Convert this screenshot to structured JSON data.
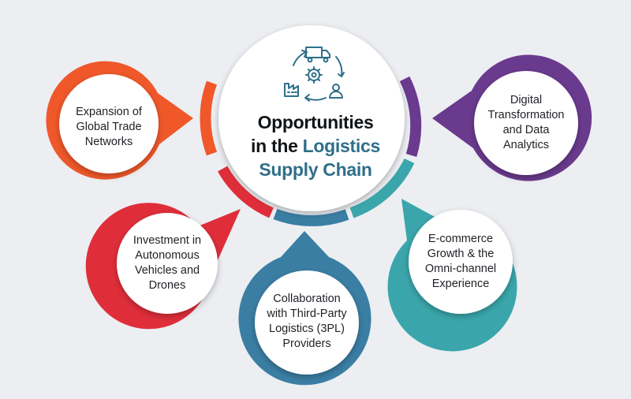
{
  "center": {
    "title_line1": "Opportunities",
    "title_line2_prefix": "in the ",
    "title_line2_accent": "Logistics",
    "title_line3": "Supply Chain",
    "accent_color": "#2f6f8a",
    "icons": [
      "delivery-truck-icon",
      "factory-icon",
      "gear-icon",
      "person-icon",
      "cycle-arrows-icon"
    ]
  },
  "nodes": [
    {
      "id": "global-trade",
      "color": "#f0582a",
      "lines": [
        "Expansion of",
        "Global Trade",
        "Networks"
      ]
    },
    {
      "id": "digital-transformation",
      "color": "#6a3a8e",
      "lines": [
        "Digital",
        "Transformation",
        "and Data",
        "Analytics"
      ]
    },
    {
      "id": "autonomous-vehicles",
      "color": "#df2e3a",
      "lines": [
        "Investment in",
        "Autonomous",
        "Vehicles and",
        "Drones"
      ]
    },
    {
      "id": "third-party-logistics",
      "color": "#3b7ea4",
      "lines": [
        "Collaboration",
        "with Third-Party",
        "Logistics (3PL)",
        "Providers"
      ]
    },
    {
      "id": "ecommerce",
      "color": "#3aa6ab",
      "lines": [
        "E-commerce",
        "Growth & the",
        "Omni-channel",
        "Experience"
      ]
    }
  ]
}
